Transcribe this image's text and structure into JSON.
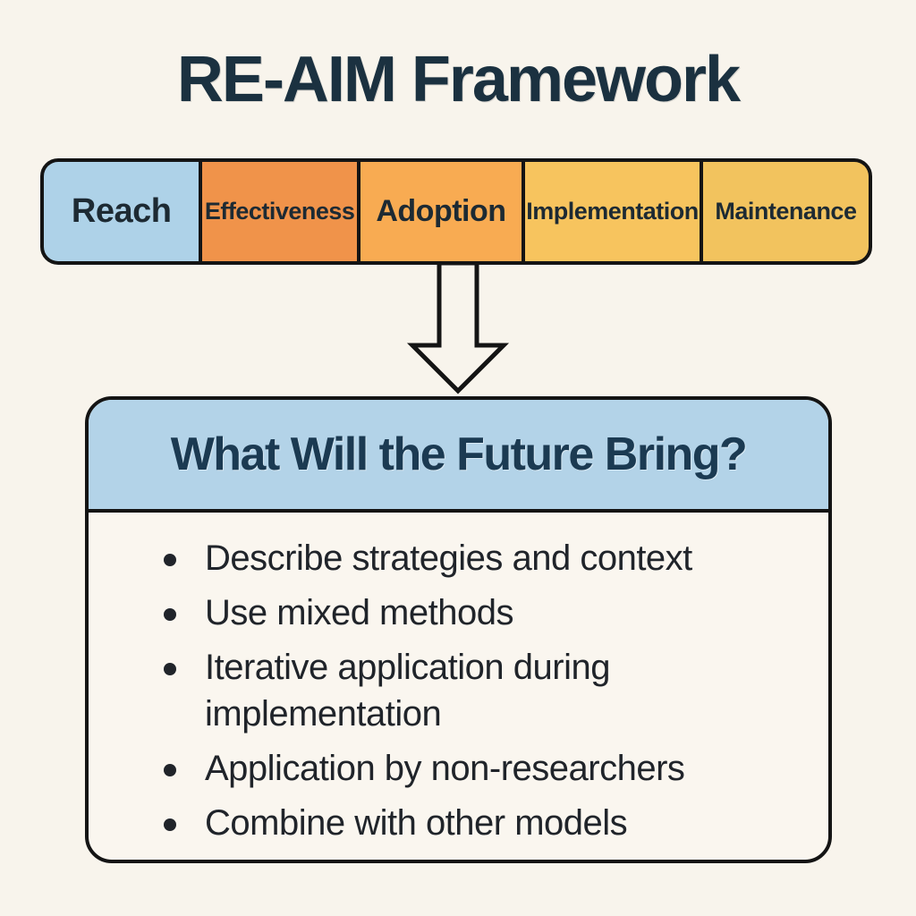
{
  "page": {
    "title": "RE-AIM Framework",
    "background_color": "#f8f4ec"
  },
  "framework_bar": {
    "segments": [
      {
        "label": "Reach",
        "color": "#aed2e8"
      },
      {
        "label": "Effectiveness",
        "color": "#f0934a"
      },
      {
        "label": "Adoption",
        "color": "#f8ab52"
      },
      {
        "label": "Implementation",
        "color": "#f7c45e"
      },
      {
        "label": "Maintenance",
        "color": "#f2c35e"
      }
    ]
  },
  "future_box": {
    "title": "What Will the Future Bring?",
    "header_color": "#b3d3e8",
    "bullets": [
      "Describe strategies and context",
      "Use mixed methods",
      "Iterative application during implementation",
      "Application by non-researchers",
      "Combine with other models"
    ]
  }
}
